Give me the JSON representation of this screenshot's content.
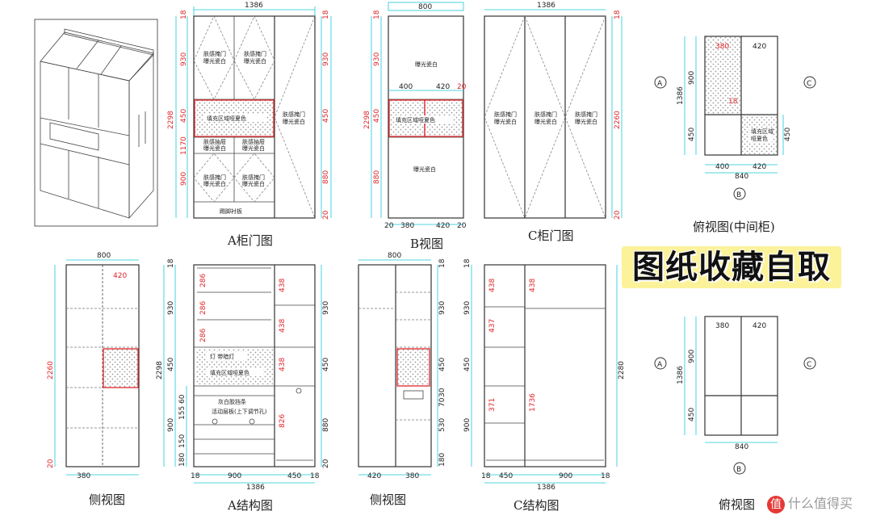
{
  "captions": {
    "a_door": "A柜门图",
    "b_view": "B视图",
    "c_door": "C柜门图",
    "top_mid": "俯视图(中间柜)",
    "side1": "侧视图",
    "a_struct": "A结构图",
    "side2": "侧视图",
    "c_struct": "C结构图",
    "top2": "俯视图"
  },
  "banner": "图纸收藏自取",
  "watermark": "值 | 什么值得买",
  "labels": {
    "wb_glass": "肤感掩门\n曝光瓷白",
    "wb": "曝光瓷白",
    "fill": "填充区域哑夏色",
    "drawer": "肤感抽屉\n曝光瓷白",
    "kick": "踢脚衬板",
    "b_top": "曝光瓷白",
    "b_bottom": "曝光瓷白",
    "c_door": "肤感掩门\n曝光瓷白",
    "top_fill": "填充区域\n哑夏色",
    "light": "灯 带暗灯",
    "fill2": "填充区域哑夏色",
    "skirt": "灰白胶挡条",
    "shelf": "活动层板(上下调节孔)"
  },
  "dims": {
    "a_width": "1386",
    "b_width": "800",
    "c_width": "1386",
    "h2298": "2298",
    "h2260": "2260",
    "h930": "930",
    "h450": "450",
    "h900": "900",
    "h880": "880",
    "h20": "20",
    "h18": "18",
    "h1170": "1170",
    "w400": "400",
    "w420": "420",
    "w380": "380",
    "w20": "20",
    "t380": "380",
    "t420": "420",
    "t400": "400",
    "t840": "840",
    "t900": "900",
    "t450": "450",
    "t1386": "1386",
    "t18": "18",
    "s800": "800",
    "s420": "420",
    "s2260": "2260",
    "s380": "380",
    "a286": "286",
    "a438": "438",
    "a826": "826",
    "a155": "155",
    "a60": "60",
    "a150": "150",
    "a180": "180",
    "c437": "437",
    "c371": "371",
    "c1736": "1736",
    "c2280": "2280",
    "c450": "450",
    "c900": "900",
    "b530": "530",
    "b30": "30",
    "b70": "70",
    "markA": "A",
    "markB": "B",
    "markC": "C"
  }
}
